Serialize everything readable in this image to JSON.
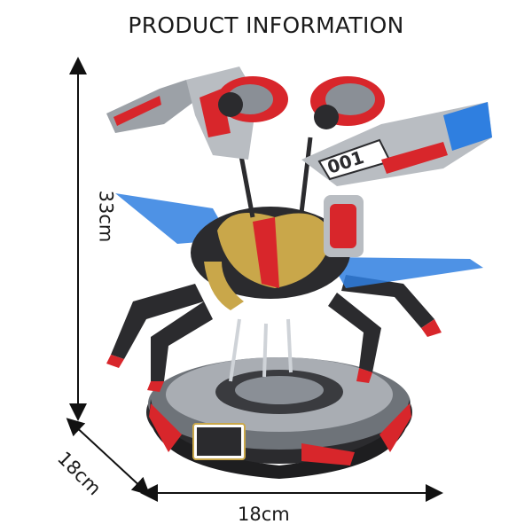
{
  "header": {
    "title": "PRODUCT INFORMATION"
  },
  "dimensions": {
    "height_label": "33cm",
    "depth_label": "18cm",
    "width_label": "18cm"
  },
  "product": {
    "model_number": "001",
    "colors": {
      "red": "#d8262b",
      "gray": "#8a8f96",
      "dark": "#2b2b2e",
      "blue": "#2f7fe0",
      "gold": "#c9a74a"
    }
  }
}
